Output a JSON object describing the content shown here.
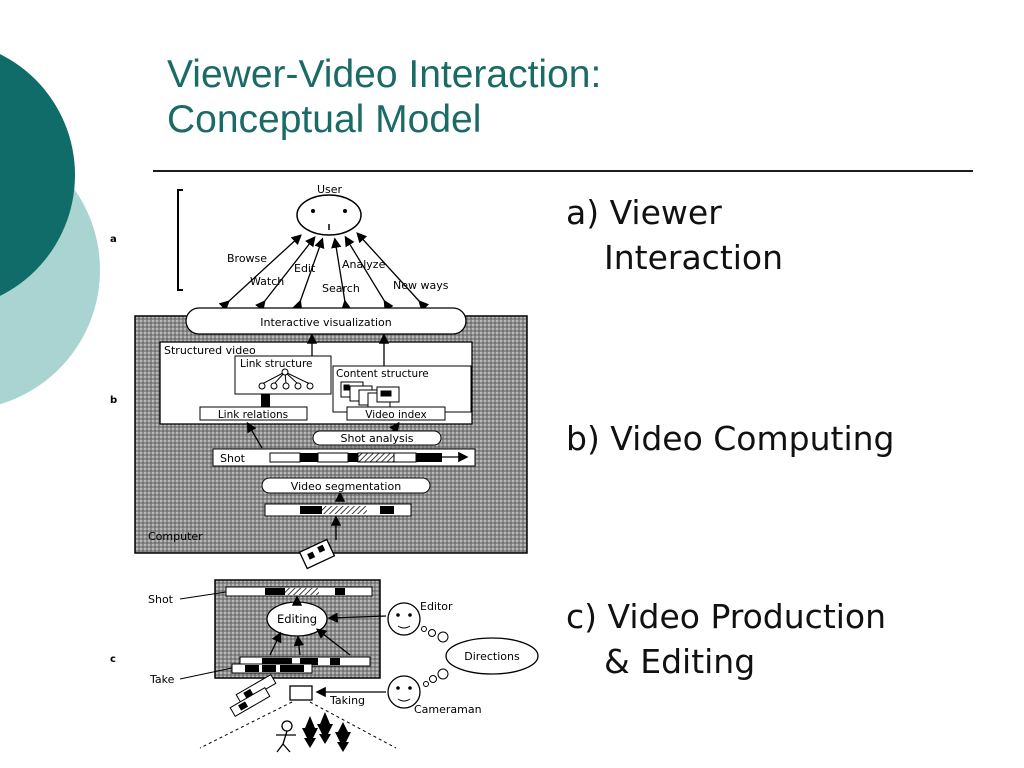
{
  "slide": {
    "title_line1": "Viewer-Video Interaction:",
    "title_line2": "Conceptual Model",
    "accent_color": "#1a6b66",
    "light_accent_color": "#a9d4d2"
  },
  "bullets": [
    {
      "line1": "a) Viewer",
      "line2": "Interaction"
    },
    {
      "line1": "b) Video Computing",
      "line2": ""
    },
    {
      "line1": "c) Video Production",
      "line2": "& Editing"
    }
  ],
  "figure": {
    "section_a": "a",
    "section_b": "b",
    "section_c": "c",
    "user": "User",
    "browse": "Browse",
    "watch": "Watch",
    "edit": "Edit",
    "search": "Search",
    "analyze": "Analyze",
    "new_ways": "New ways",
    "interactive_visualization": "Interactive visualization",
    "structured_video": "Structured video",
    "link_structure": "Link structure",
    "content_structure": "Content structure",
    "link_relations": "Link relations",
    "video_index": "Video index",
    "shot_analysis": "Shot analysis",
    "shot_b": "Shot",
    "video_segmentation": "Video segmentation",
    "computer": "Computer",
    "shot_c": "Shot",
    "editing": "Editing",
    "editor": "Editor",
    "directions": "Directions",
    "take": "Take",
    "taking": "Taking",
    "cameraman": "Cameraman"
  }
}
